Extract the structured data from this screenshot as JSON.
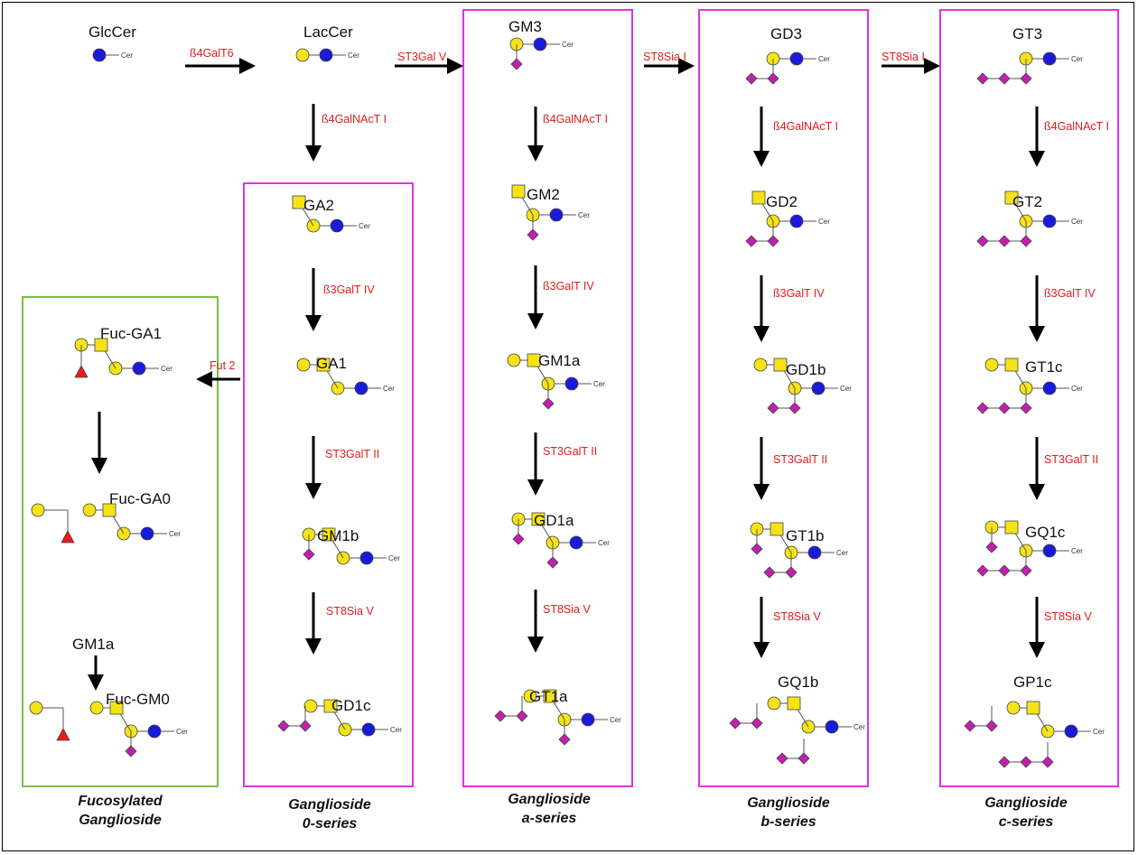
{
  "colors": {
    "glc": "#1a1ad9",
    "gal": "#f5e316",
    "galnac": "#f5e316",
    "sia": "#c21fb0",
    "fuc": "#e81c1c",
    "enzyme": "#e21b1b",
    "box_series": "#e033e0",
    "box_fuc": "#77c043"
  },
  "legend_icons": {
    "glc": "blue-circle",
    "gal": "yellow-circle",
    "galnac": "yellow-square",
    "sia": "purple-diamond",
    "fuc": "red-triangle"
  },
  "glycans": {
    "glccer": "GlcCer",
    "laccer": "LacCer",
    "gm3": "GM3",
    "gd3": "GD3",
    "gt3": "GT3",
    "ga2": "GA2",
    "gm2": "GM2",
    "gd2": "GD2",
    "gt2": "GT2",
    "ga1": "GA1",
    "gm1a": "GM1a",
    "gd1b": "GD1b",
    "gt1c": "GT1c",
    "gm1b": "GM1b",
    "gd1a": "GD1a",
    "gt1b": "GT1b",
    "gq1c": "GQ1c",
    "gd1c": "GD1c",
    "gt1a": "GT1a",
    "gq1b": "GQ1b",
    "gp1c": "GP1c",
    "fuc_ga1": "Fuc-GA1",
    "fuc_ga0": "Fuc-GA0",
    "gm1a_src": "GM1a",
    "fuc_gm0": "Fuc-GM0"
  },
  "enzymes": {
    "b4galt6": "ß4GalT6",
    "st3galv": "ST3Gal V",
    "st8siai": "ST8Sia I",
    "b4galnact": "ß4GalNAcT I",
    "b3galt4": "ß3GalT IV",
    "st3galt2": "ST3GalT II",
    "st8siav": "ST8Sia V",
    "fut2": "Fut 2"
  },
  "linkage": {
    "cer": "Cer"
  },
  "captions": {
    "fucosylated": [
      "Fucosylated",
      "Ganglioside"
    ],
    "series0": [
      "Ganglioside",
      "0-series"
    ],
    "seriesa": [
      "Ganglioside",
      "a-series"
    ],
    "seriesb": [
      "Ganglioside",
      "b-series"
    ],
    "seriesc": [
      "Ganglioside",
      "c-series"
    ]
  }
}
